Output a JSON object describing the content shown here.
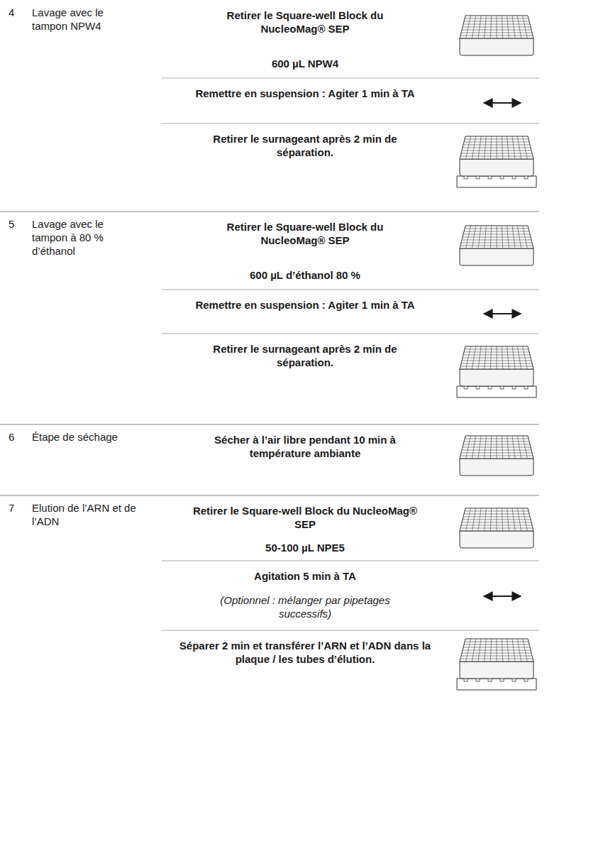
{
  "diagram": {
    "labels": [
      "4",
      "Lavage avec le tampon NPW4",
      "Retirer le Square-well Block du NucleoMag® SEP",
      "600 µL NPW4",
      "Remettre en suspension : Agiter 1 min à TA",
      "Retirer le surnageant après 2 min de séparation.",
      "5",
      "Lavage avec le tampon à 80 % d’éthanol",
      "Retirer le Square-well Block du NucleoMag® SEP",
      "600 µL d’éthanol 80 %",
      "Remettre en suspension : Agiter 1 min à TA",
      "Retirer le surnageant après 2 min de séparation.",
      "6",
      "Étape de séchage",
      "Sécher à l’air libre pendant 10 min à température ambiante",
      "7",
      "Elution de l’ARN et de l’ADN",
      "Retirer le Square-well Block du NucleoMag® SEP",
      "50-100 µL NPE5",
      "Agitation 5 min à TA",
      "(Optionnel : mélanger par pipetages successifs)",
      "Séparer 2 min et transférer l’ARN et l’ADN dans la plaque / les tubes d’élution."
    ]
  }
}
